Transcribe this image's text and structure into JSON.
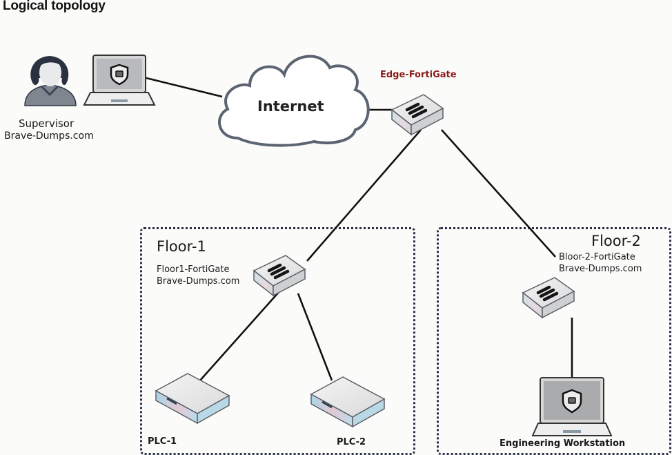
{
  "diagram": {
    "title": "Logical topology",
    "nodes": {
      "supervisor": {
        "name": "Supervisor",
        "watermark": "Brave-Dumps.com"
      },
      "internet": {
        "name": "Internet"
      },
      "edge": {
        "name": "Edge-FortiGate",
        "color": "#8b1a1a"
      },
      "floor1": {
        "zone": "Floor-1",
        "name": "Floor1-FortiGate",
        "watermark": "Brave-Dumps.com"
      },
      "floor2": {
        "zone": "Floor-2",
        "name": "Bloor-2-FortiGate",
        "watermark": "Brave-Dumps.com"
      },
      "plc1": {
        "name": "PLC-1"
      },
      "plc2": {
        "name": "PLC-2"
      },
      "workstation": {
        "name": "Engineering Workstation"
      }
    },
    "links": [
      [
        "supervisor-laptop",
        "internet"
      ],
      [
        "internet",
        "edge"
      ],
      [
        "edge",
        "floor1"
      ],
      [
        "edge",
        "floor2"
      ],
      [
        "floor1",
        "plc1"
      ],
      [
        "floor1",
        "plc2"
      ],
      [
        "floor2",
        "workstation"
      ]
    ]
  }
}
